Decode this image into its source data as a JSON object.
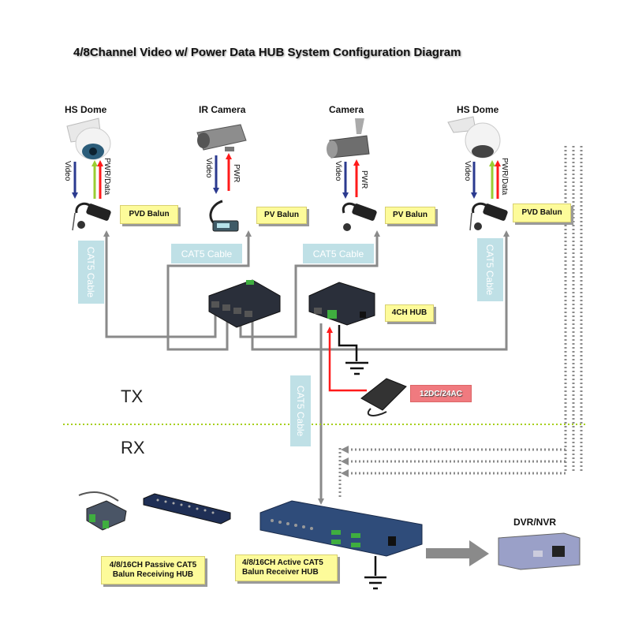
{
  "title": "4/8Channel Video w/ Power Data HUB System Configuration Diagram",
  "cameras": [
    {
      "label": "HS Dome",
      "down_label": "Video",
      "up_label": "PWR/Data",
      "balun": "PVD Balun"
    },
    {
      "label": "IR Camera",
      "down_label": "Video",
      "up_label": "PWR",
      "balun": "PV Balun"
    },
    {
      "label": "Camera",
      "down_label": "Video",
      "up_label": "PWR",
      "balun": "PV Balun"
    },
    {
      "label": "HS Dome",
      "down_label": "Video",
      "up_label": "PWR/Data",
      "balun": "PVD Balun"
    }
  ],
  "cables": {
    "cat5_1": "CAT5 Cable",
    "cat5_2": "CAT5 Cable",
    "cat5_3": "CAT5 Cable",
    "cat5_4": "CAT5 Cable",
    "cat5_5": "CAT5 Cable"
  },
  "hub": {
    "label": "4CH HUB"
  },
  "power": {
    "label": "12DC/24AC"
  },
  "zones": {
    "tx": "TX",
    "rx": "RX"
  },
  "receivers": {
    "passive": "4/8/16CH Passive CAT5 Balun Receiving HUB",
    "passive_line1": "4/8/16CH Passive CAT5",
    "passive_line2": "Balun Receiving HUB",
    "active_line1": "4/8/16CH Active CAT5",
    "active_line2": "Balun Receiver HUB"
  },
  "dvr": {
    "label": "DVR/NVR"
  },
  "colors": {
    "video_arrow": "#2b3a8f",
    "power_arrow": "#ff1a1a",
    "data_arrow": "#9acd32",
    "cable": "#8a8a8a",
    "divider": "#a6cf1a",
    "label_yellow": "#fdfb9a",
    "label_pink": "#f07a7f",
    "cat5_fill": "#bfe0e6"
  }
}
